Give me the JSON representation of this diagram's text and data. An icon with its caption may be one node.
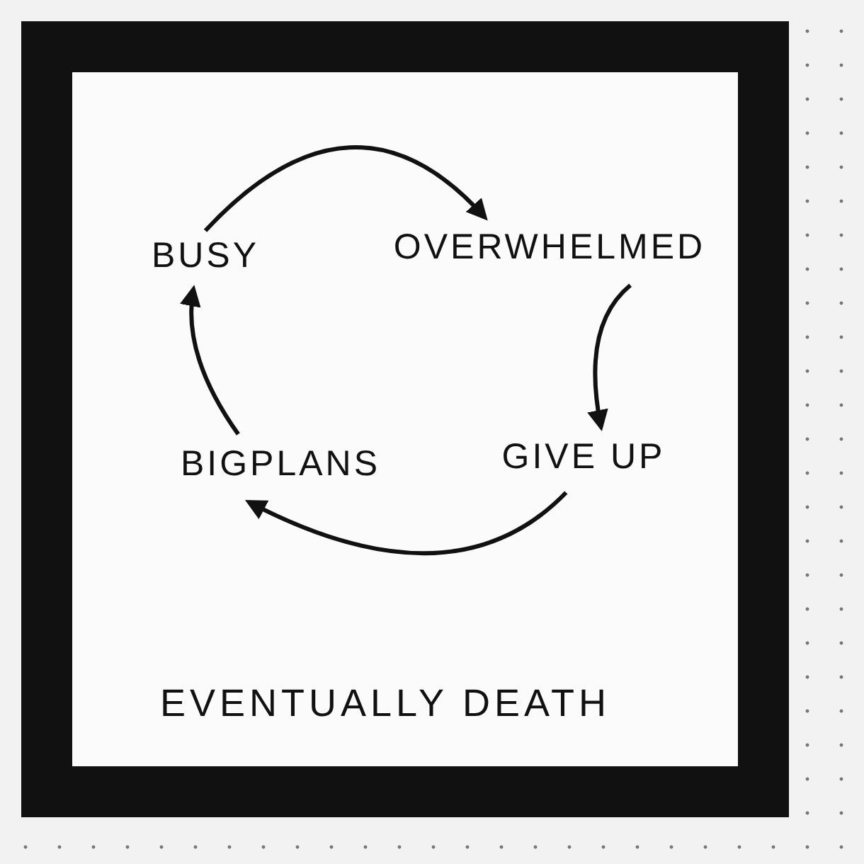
{
  "diagram": {
    "nodes": [
      {
        "text": [
          "BUSY"
        ]
      },
      {
        "text": [
          "OVERWHELMED"
        ]
      },
      {
        "text": [
          "GIVE UP"
        ]
      },
      {
        "text": [
          "BIGPLANS"
        ]
      }
    ],
    "edges": [
      {
        "from": 0,
        "to": 1,
        "arrow": "to"
      },
      {
        "from": 1,
        "to": 2,
        "arrow": "to"
      },
      {
        "from": 2,
        "to": 3,
        "arrow": "to"
      },
      {
        "from": 3,
        "to": 0,
        "arrow": "to"
      }
    ],
    "labels": [
      "EVENTUALLY DEATH"
    ]
  }
}
